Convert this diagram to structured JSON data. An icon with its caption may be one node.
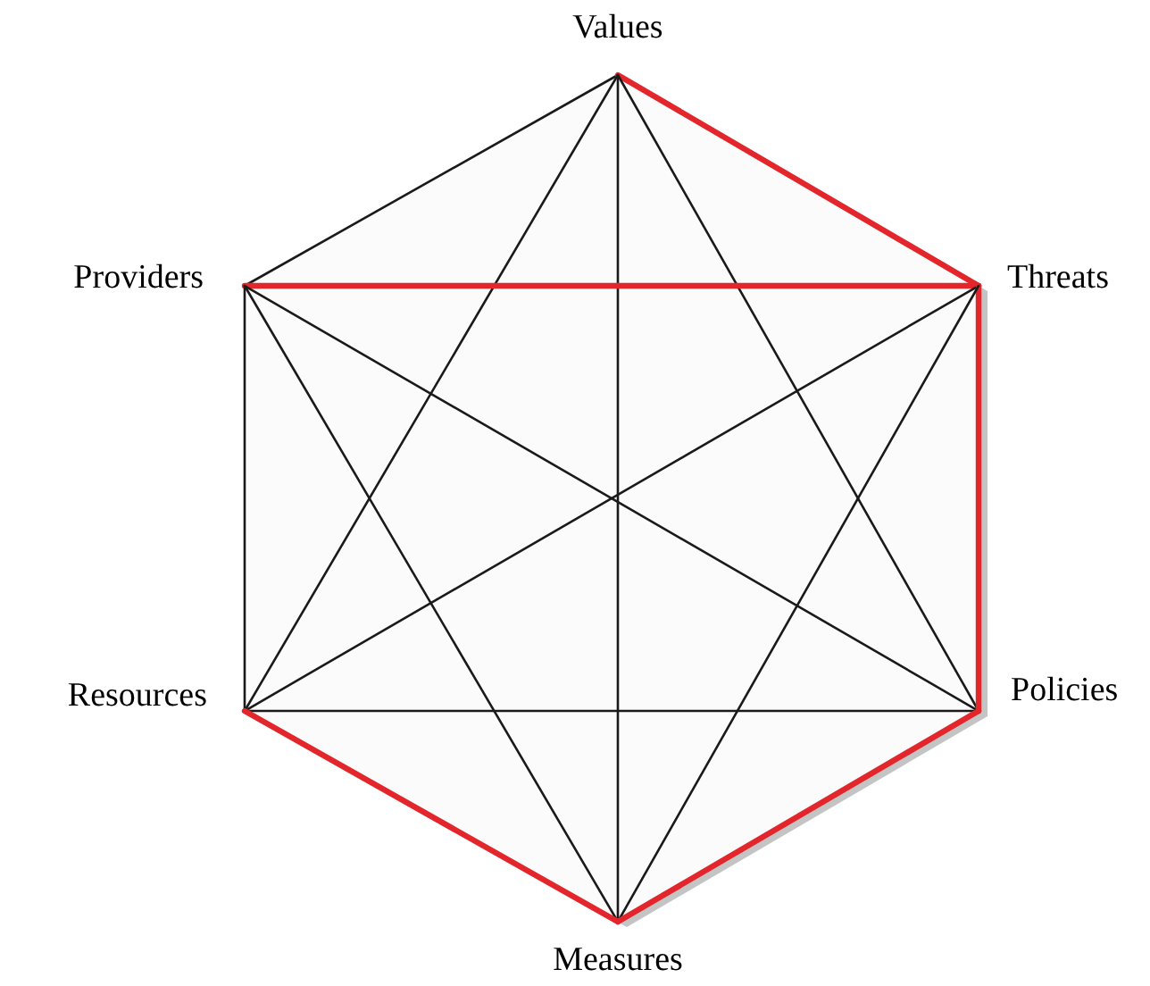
{
  "diagram": {
    "nodes": [
      {
        "text": [
          "Values"
        ]
      },
      {
        "text": [
          "Providers"
        ]
      },
      {
        "text": [
          "Threats"
        ]
      },
      {
        "text": [
          "Resources"
        ]
      },
      {
        "text": [
          "Policies"
        ]
      },
      {
        "text": [
          "Measures"
        ]
      }
    ],
    "edges": [
      {
        "from": 0,
        "to": 1,
        "arrow": "none"
      },
      {
        "from": 0,
        "to": 2,
        "arrow": "none",
        "style": "thick",
        "color": "#e3262b"
      },
      {
        "from": 0,
        "to": 3,
        "arrow": "none"
      },
      {
        "from": 0,
        "to": 4,
        "arrow": "none"
      },
      {
        "from": 0,
        "to": 5,
        "arrow": "none"
      },
      {
        "from": 1,
        "to": 2,
        "arrow": "none",
        "style": "thick",
        "color": "#e3262b"
      },
      {
        "from": 1,
        "to": 3,
        "arrow": "none"
      },
      {
        "from": 1,
        "to": 4,
        "arrow": "none"
      },
      {
        "from": 1,
        "to": 5,
        "arrow": "none"
      },
      {
        "from": 2,
        "to": 3,
        "arrow": "none"
      },
      {
        "from": 2,
        "to": 4,
        "arrow": "none",
        "style": "thick",
        "color": "#e3262b"
      },
      {
        "from": 2,
        "to": 5,
        "arrow": "none"
      },
      {
        "from": 3,
        "to": 4,
        "arrow": "none"
      },
      {
        "from": 3,
        "to": 5,
        "arrow": "none",
        "style": "thick",
        "color": "#e3262b"
      },
      {
        "from": 4,
        "to": 5,
        "arrow": "none",
        "style": "thick",
        "color": "#e3262b"
      }
    ]
  }
}
